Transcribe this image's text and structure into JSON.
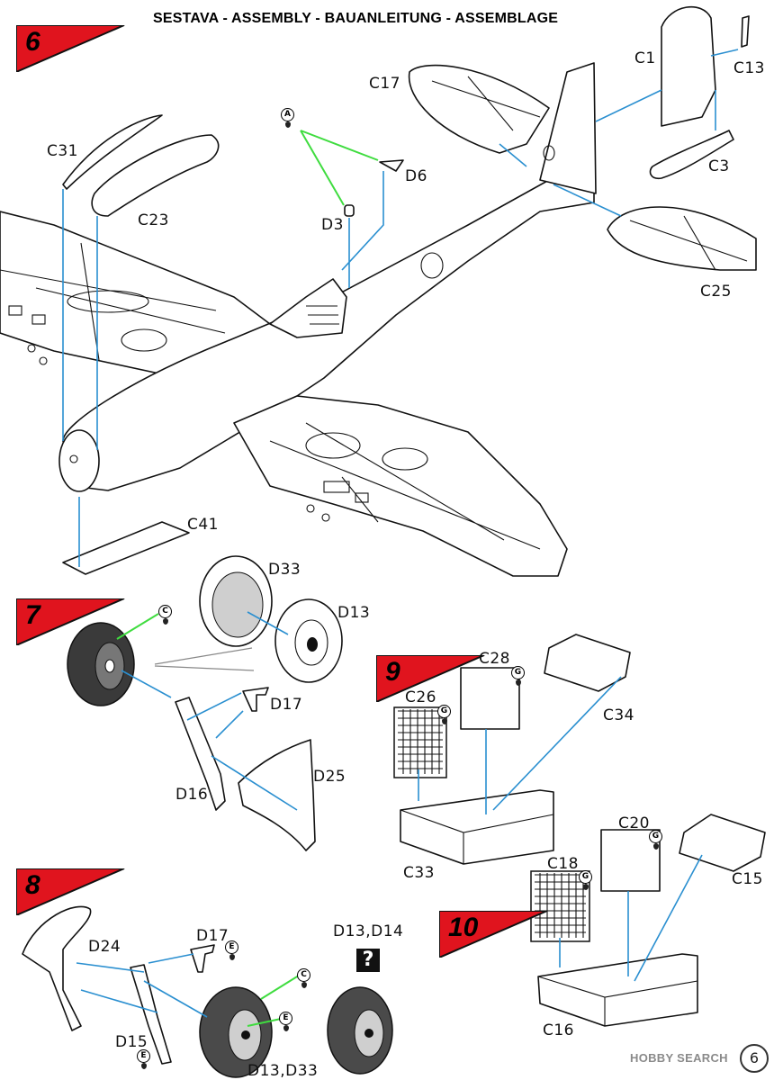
{
  "title": "SESTAVA -  ASSEMBLY - BAUANLEITUNG - ASSEMBLAGE",
  "steps": {
    "s6": "6",
    "s7": "7",
    "s8": "8",
    "s9": "9",
    "s10": "10"
  },
  "labels": {
    "c31": "C31",
    "c23": "C23",
    "c17": "C17",
    "c1": "C1",
    "c13": "C13",
    "c3": "C3",
    "c25": "C25",
    "d6": "D6",
    "d3": "D3",
    "c41": "C41",
    "d33": "D33",
    "d13": "D13",
    "d17_s7": "D17",
    "d16": "D16",
    "d25": "D25",
    "c28": "C28",
    "c26": "C26",
    "c34": "C34",
    "c33": "C33",
    "c20": "C20",
    "c18": "C18",
    "c15": "C15",
    "c16": "C16",
    "d24": "D24",
    "d17_s8": "D17",
    "d15": "D15",
    "d13_d33": "D13,D33",
    "d13_d14": "D13,D14"
  },
  "badges": {
    "a": "A",
    "c": "C",
    "g": "G",
    "e": "E"
  },
  "question_mark": "?",
  "watermark": "HOBBY SEARCH",
  "page_number": "6",
  "colors": {
    "step_red": "#e0141e",
    "guide_blue": "#2a8fd0",
    "glue_green": "#3fdc3f"
  }
}
